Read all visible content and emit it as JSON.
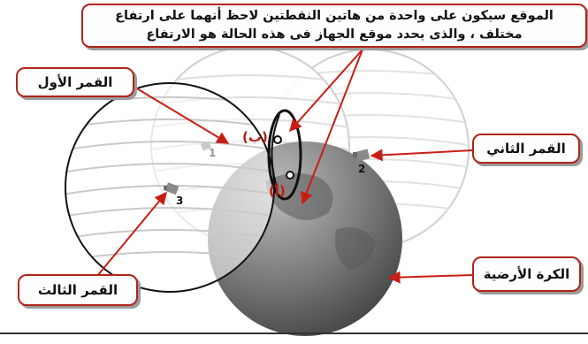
{
  "note": {
    "line1": "الموقع سيكون على واحدة من هاتين النقطتين لاحظ أنهما على ارتفاع",
    "line2": "مختلف ، والذى يحدد موقع الجهاز فى هذه الحالة هو الارتفاع"
  },
  "labels": {
    "moon1": "القمر الأول",
    "moon2": "القمر الثاني",
    "moon3": "القمر الثالث",
    "earth": "الكرة الأرضية"
  },
  "satellite_numbers": {
    "sat1": "1",
    "sat2": "2",
    "sat3": "3"
  },
  "points": {
    "point_b": "(ب)",
    "point_a": "(أ)"
  },
  "colors": {
    "arrow": "#c81e14",
    "callout_border": "#b02418",
    "earth_dark": "#3f3f3f",
    "earth_light": "#bdbdbd",
    "sphere_line": "#d8d8d8"
  }
}
